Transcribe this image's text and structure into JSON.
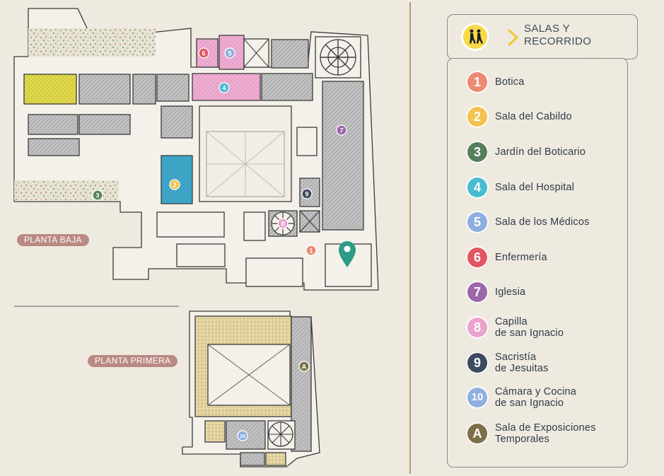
{
  "floors": {
    "ground_label": "PLANTA BAJA",
    "first_label": "PLANTA PRIMERA"
  },
  "legend": {
    "header_icon": "pedestrians-icon",
    "header_line1": "SALAS Y",
    "header_line2": "RECORRIDO",
    "items": [
      {
        "num": "1",
        "line1": "Botica",
        "line2": "",
        "color": "#ee8a74"
      },
      {
        "num": "2",
        "line1": "Sala del Cabildo",
        "line2": "",
        "color": "#f2c44f"
      },
      {
        "num": "3",
        "line1": "Jardín del Boticario",
        "line2": "",
        "color": "#56805a"
      },
      {
        "num": "4",
        "line1": "Sala del Hospital",
        "line2": "",
        "color": "#48bdd0"
      },
      {
        "num": "5",
        "line1": "Sala de los Médicos",
        "line2": "",
        "color": "#8faee0"
      },
      {
        "num": "6",
        "line1": "Enfermería",
        "line2": "",
        "color": "#e25461"
      },
      {
        "num": "7",
        "line1": "Iglesia",
        "line2": "",
        "color": "#9b67a8"
      },
      {
        "num": "8",
        "line1": "Capilla",
        "line2": "de san Ignacio",
        "color": "#eaa3cc"
      },
      {
        "num": "9",
        "line1": "Sacristía",
        "line2": "de Jesuitas",
        "color": "#3c4a5e"
      },
      {
        "num": "10",
        "line1": "Cámara  y Cocina",
        "line2": "de san Ignacio",
        "color": "#8faee0"
      },
      {
        "num": "A",
        "line1": "Sala de Exposiciones",
        "line2": "Temporales",
        "color": "#7d6f48"
      }
    ]
  },
  "map_markers": {
    "ground": [
      "1",
      "2",
      "3",
      "4",
      "5",
      "6",
      "7",
      "8",
      "9"
    ],
    "first": [
      "10",
      "A"
    ],
    "location_pin_color": "#2e9a88"
  }
}
